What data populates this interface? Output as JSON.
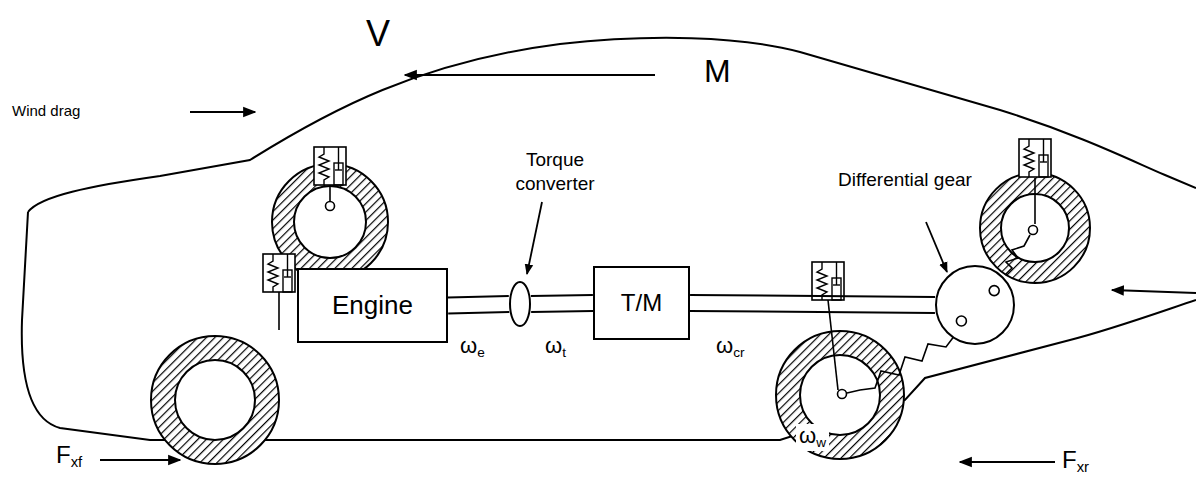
{
  "diagram": {
    "nodes": [
      {
        "text": [
          "Engine"
        ]
      },
      {
        "text": [
          "Torque converter"
        ]
      },
      {
        "text": [
          "T/M"
        ]
      },
      {
        "text": [
          "Differential gear"
        ]
      }
    ],
    "edges": [
      {
        "from": 0,
        "to": 1,
        "arrow": "none"
      },
      {
        "from": 1,
        "to": 2,
        "arrow": "none"
      },
      {
        "from": 2,
        "to": 3,
        "arrow": "none"
      }
    ],
    "labels": [
      "V",
      "M",
      "Wind drag",
      "ωe",
      "ωt",
      "ωcr",
      "ωw",
      "Fxf",
      "Fxr"
    ]
  }
}
